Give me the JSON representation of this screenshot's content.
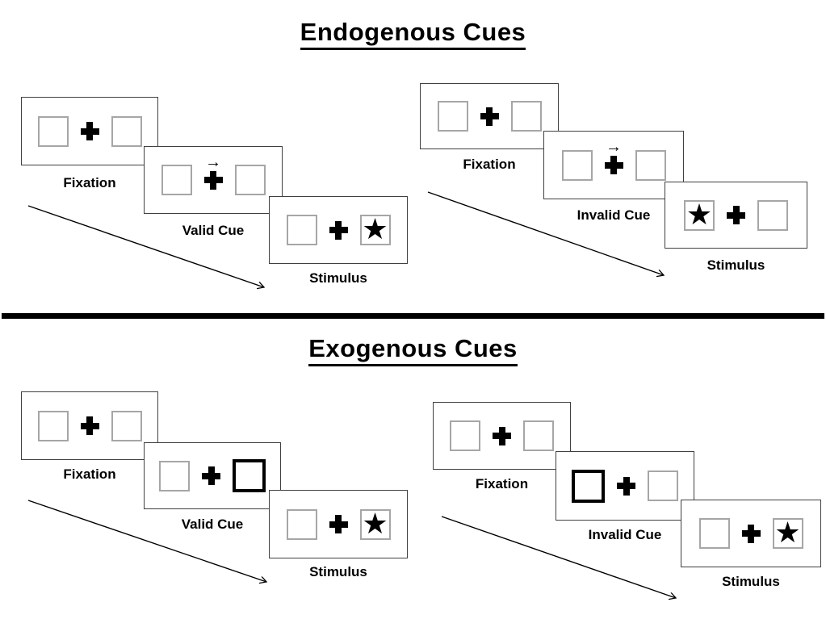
{
  "colors": {
    "background": "#ffffff",
    "ink": "#000000",
    "panel_border": "#404040",
    "box_border": "#a6a6a6",
    "thick_box_border": "#000000"
  },
  "glyphs": {
    "star": "★",
    "cue_arrow": "→"
  },
  "sections": [
    {
      "title": "Endogenous Cues",
      "trials": [
        {
          "fixation_label": "Fixation",
          "cue_label": "Valid Cue",
          "stimulus_label": "Stimulus"
        },
        {
          "fixation_label": "Fixation",
          "cue_label": "Invalid Cue",
          "stimulus_label": "Stimulus"
        }
      ]
    },
    {
      "title": "Exogenous Cues",
      "trials": [
        {
          "fixation_label": "Fixation",
          "cue_label": "Valid Cue",
          "stimulus_label": "Stimulus"
        },
        {
          "fixation_label": "Fixation",
          "cue_label": "Invalid Cue",
          "stimulus_label": "Stimulus"
        }
      ]
    }
  ]
}
